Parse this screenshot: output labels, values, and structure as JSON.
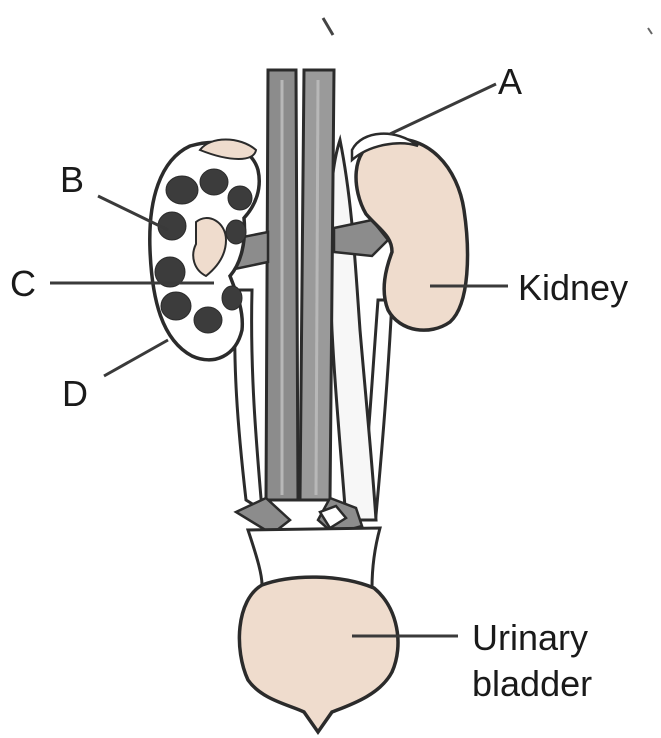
{
  "labels": {
    "a": "A",
    "b": "B",
    "c": "C",
    "d": "D",
    "kidney": "Kidney",
    "bladder_line1": "Urinary",
    "bladder_line2": "bladder"
  },
  "colors": {
    "outline": "#2b2b2b",
    "vessel": "#8c8c8c",
    "vessel_dark": "#6f6f6f",
    "kidney_fill": "#efdccd",
    "bladder_fill": "#efdccd",
    "medulla": "#3c3c3c",
    "ureter_fill": "#ffffff",
    "leader": "#3a3a3a"
  }
}
